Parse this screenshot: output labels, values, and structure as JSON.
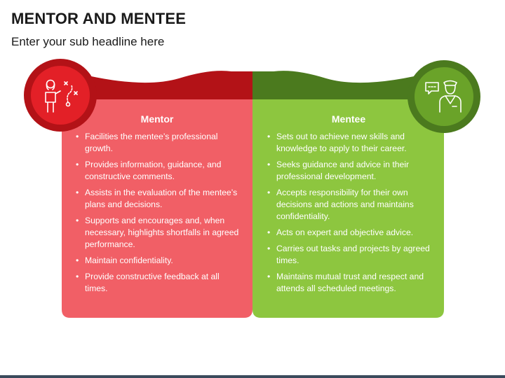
{
  "header": {
    "title": "MENTOR AND MENTEE",
    "subtitle": "Enter your sub headline here"
  },
  "colors": {
    "mentor_panel": "#f15f66",
    "mentor_dark": "#b31217",
    "mentor_circle": "#e32027",
    "mentee_panel": "#8dc63f",
    "mentee_dark": "#4b7a1e",
    "mentee_circle": "#6aa329"
  },
  "mentor": {
    "title": "Mentor",
    "icon": "mentor-teaching-icon",
    "points": [
      "Facilities the mentee’s professional growth.",
      "Provides information, guidance, and constructive comments.",
      "Assists in the evaluation of the mentee’s plans and decisions.",
      "Supports and encourages and, when necessary, highlights shortfalls in agreed performance.",
      "Maintain confidentiality.",
      "Provide constructive feedback at all times."
    ]
  },
  "mentee": {
    "title": "Mentee",
    "icon": "mentee-person-speech-icon",
    "points": [
      "Sets out to achieve new skills and knowledge to apply to their career.",
      "Seeks guidance and advice in their professional development.",
      "Accepts responsibility for their own decisions and actions and maintains confidentiality.",
      "Acts on expert and objective advice.",
      "Carries out tasks and projects by agreed times.",
      "Maintains mutual trust and respect and attends all scheduled meetings."
    ]
  }
}
